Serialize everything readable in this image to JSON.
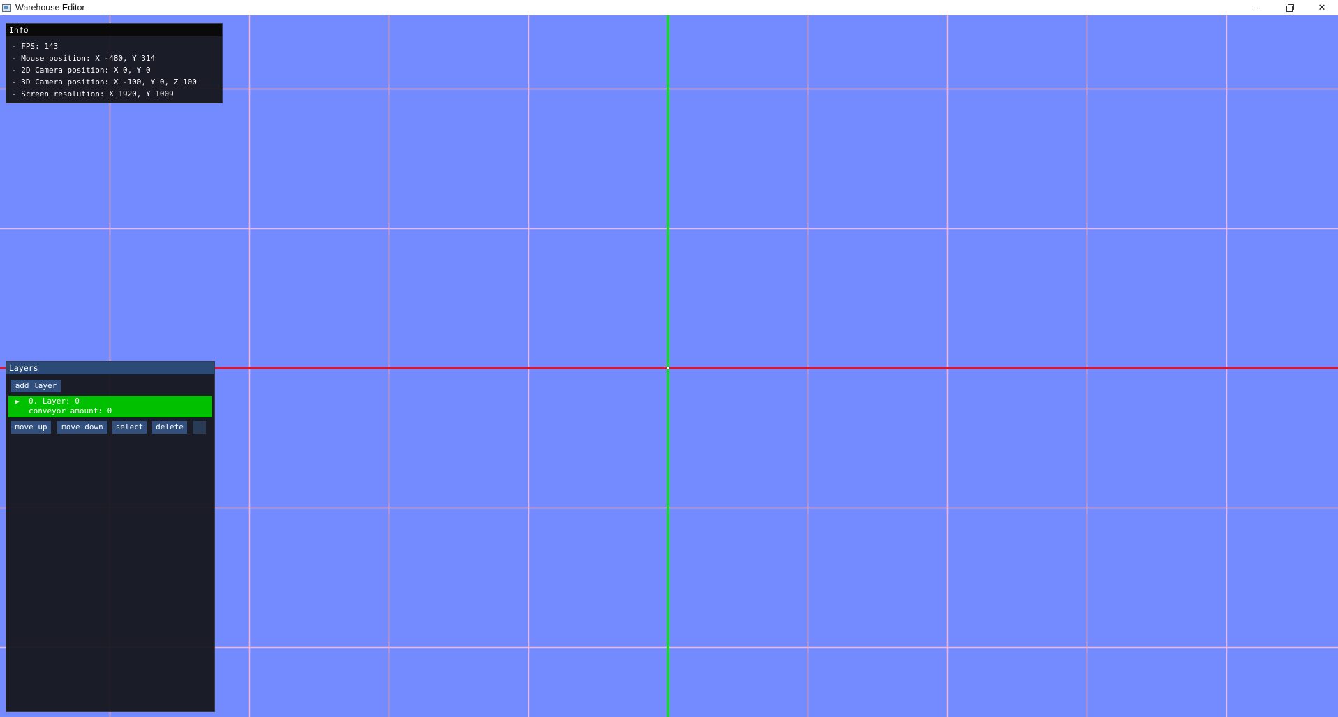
{
  "window": {
    "title": "Warehouse Editor",
    "icon": "app-window-icon",
    "controls": [
      "minimize-icon",
      "restore-icon",
      "close-icon"
    ],
    "close_glyph": "✕"
  },
  "colors": {
    "background": "#748bff",
    "grid_line": "#f2b6d2",
    "x_axis": "#e0142a",
    "y_axis": "#19d62c",
    "selected_layer": "#00c000",
    "button": "#31507e"
  },
  "info_panel": {
    "title": "Info",
    "lines": [
      "- FPS: 143",
      "- Mouse position: X -480, Y 314",
      "- 2D Camera position: X 0, Y 0",
      "- 3D Camera position: X -100, Y 0, Z 100",
      "- Screen resolution: X 1920, Y 1009"
    ]
  },
  "layers_panel": {
    "title": "Layers",
    "add_layer_label": "add layer",
    "layers": [
      {
        "name": "0. Layer: 0",
        "conveyor": "conveyor amount: 0",
        "selected": true,
        "expand_icon": "triangle-right-icon",
        "arrow_glyph": "▶"
      }
    ],
    "actions": {
      "move_up": "move up",
      "move_down": "move down",
      "select": "select",
      "delete": "delete"
    }
  }
}
